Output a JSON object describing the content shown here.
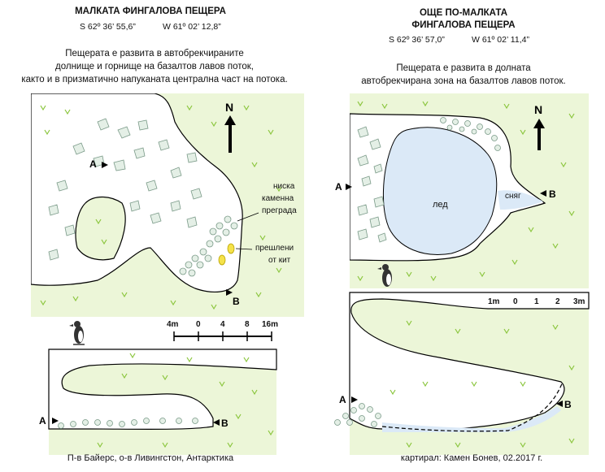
{
  "left": {
    "title": "МАЛКАТА ФИНГАЛОВА ПЕЩЕРА",
    "lat": "S 62º 36’ 55,6”",
    "lon": "W 61º 02’ 12,8”",
    "desc": [
      "Пещерата е развита в  автобрекчираните",
      "долнище и горнище на базалтов лавов поток,",
      "както и в призматично напуканата централна част на потока."
    ],
    "north": "N",
    "point_a": "A",
    "point_b": "B",
    "label_barrier": [
      "ниска",
      "каменна",
      "преграда"
    ],
    "label_vertebrae": [
      "прешлени",
      "от кит"
    ],
    "scale": [
      "4m",
      "0",
      "4",
      "8",
      "16m"
    ],
    "profile_a": "A",
    "profile_b": "B",
    "footer": "П-в Байерс, о-в Ливингстон, Антарктика"
  },
  "right": {
    "title": [
      "ОЩЕ ПО-МАЛКАТА",
      "ФИНГАЛОВА ПЕЩЕРА"
    ],
    "lat": "S 62º 36’ 57,0”",
    "lon": "W 61º 02’ 11,4”",
    "desc": [
      "Пещерата е развита в долната",
      "автобрекчирана зона на базалтов лавов поток."
    ],
    "north": "N",
    "point_a": "A",
    "point_b": "B",
    "label_ice": "лед",
    "label_snow": "сняг",
    "scale": [
      "1m",
      "0",
      "1",
      "2",
      "3m"
    ],
    "profile_a": "A",
    "profile_b": "B",
    "footer": "картирал: Камен Бонев, 02.2017 г."
  },
  "colors": {
    "grass": "#ecf6d8",
    "tick": "#8cc63f",
    "ice": "#dbe9f7",
    "rock": "#e4efe6",
    "whale": "#f5e24a"
  }
}
